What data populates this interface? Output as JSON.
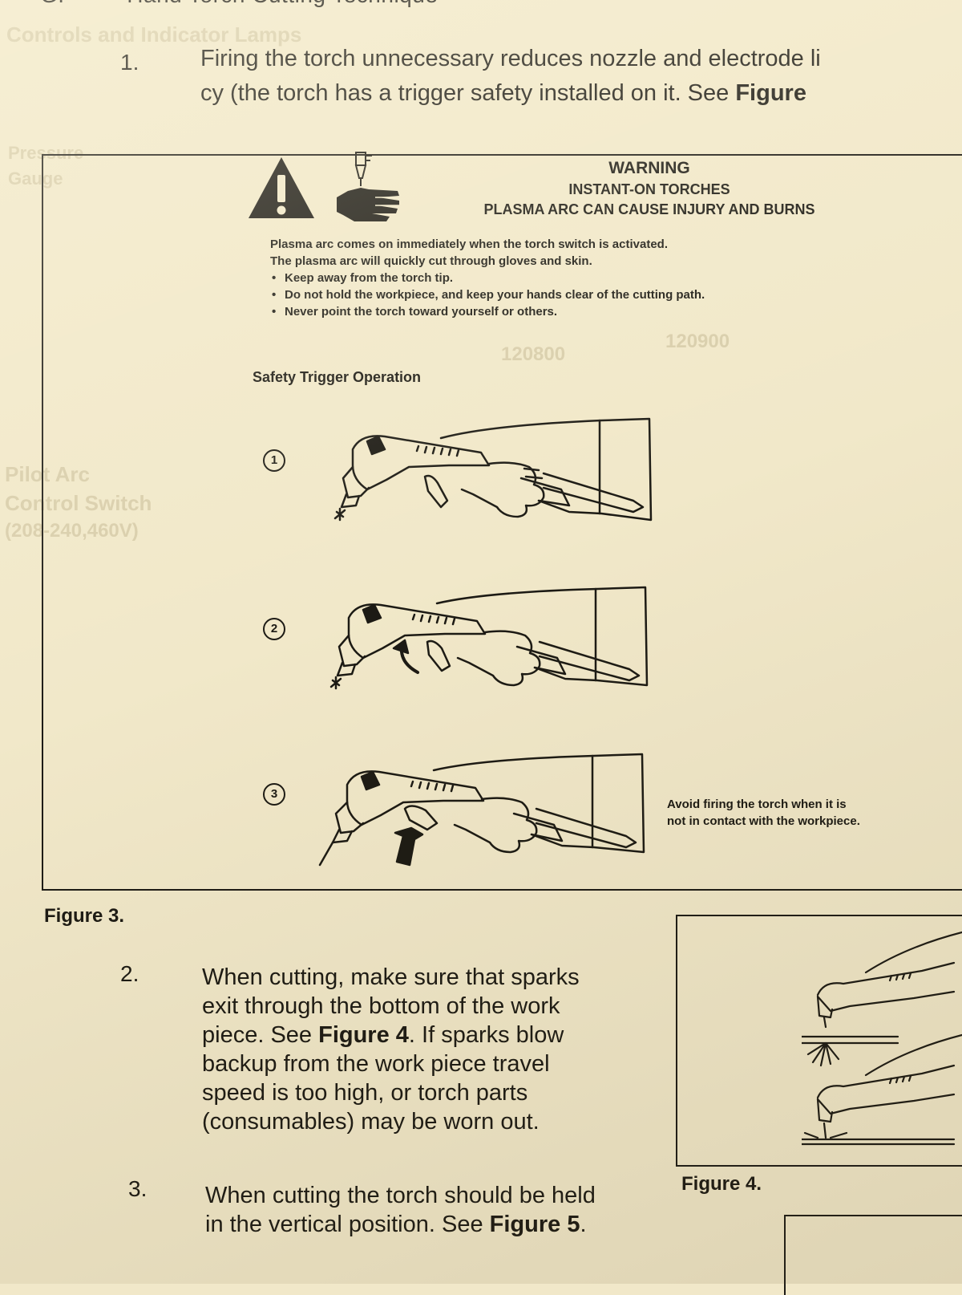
{
  "section": {
    "letter": "G.",
    "title": "Hand Torch Cutting Technique"
  },
  "faded_background": {
    "lines": [
      "Controls and Indicator Lamps",
      "Pressure",
      "Gauge",
      "Pilot Arc",
      "Control Switch",
      "(208-240,460V)",
      "120900",
      "120800"
    ]
  },
  "step1": {
    "number": "1.",
    "line1": "Firing the torch unnecessary reduces nozzle and electrode li",
    "line2_prefix": "cy (the torch has a trigger safety installed on it.  See ",
    "line2_bold": "Figure"
  },
  "warning": {
    "title": "WARNING",
    "subtitle1": "INSTANT-ON TORCHES",
    "subtitle2": "PLASMA ARC CAN CAUSE INJURY AND BURNS",
    "para1": "Plasma arc comes on immediately when the torch switch is activated.",
    "para2": "The plasma arc will quickly cut through gloves and skin.",
    "bullets": [
      "Keep away from the torch tip.",
      "Do not hold the workpiece, and keep your hands clear of the cutting path.",
      "Never point the torch toward yourself or others."
    ],
    "icons": [
      "warning-triangle-icon",
      "hand-torch-hazard-icon"
    ]
  },
  "safety_trigger": {
    "heading": "Safety Trigger Operation",
    "steps": [
      "1",
      "2",
      "3"
    ],
    "note_line1": "Avoid firing the torch when it is",
    "note_line2": "not in contact with the workpiece."
  },
  "figure3_caption": "Figure 3.",
  "step2": {
    "number": "2.",
    "lines": [
      "When cutting, make sure that sparks",
      "exit through the bottom of the work"
    ],
    "line3_prefix": "piece.  See ",
    "line3_bold": "Figure 4",
    "line3_suffix": ".  If sparks blow",
    "lines_after": [
      "backup from the work piece travel",
      "speed is too high, or torch parts",
      "(consumables) may be worn out."
    ]
  },
  "figure4_caption": "Figure 4.",
  "step3": {
    "number": "3.",
    "line1": "When cutting the torch should be held",
    "line2_prefix": "in the vertical position.  See ",
    "line2_bold": "Figure 5",
    "line2_suffix": "."
  },
  "colors": {
    "paper": "#f1e8c9",
    "ink": "#1c1a14",
    "ghost": "#d8cdaa"
  }
}
